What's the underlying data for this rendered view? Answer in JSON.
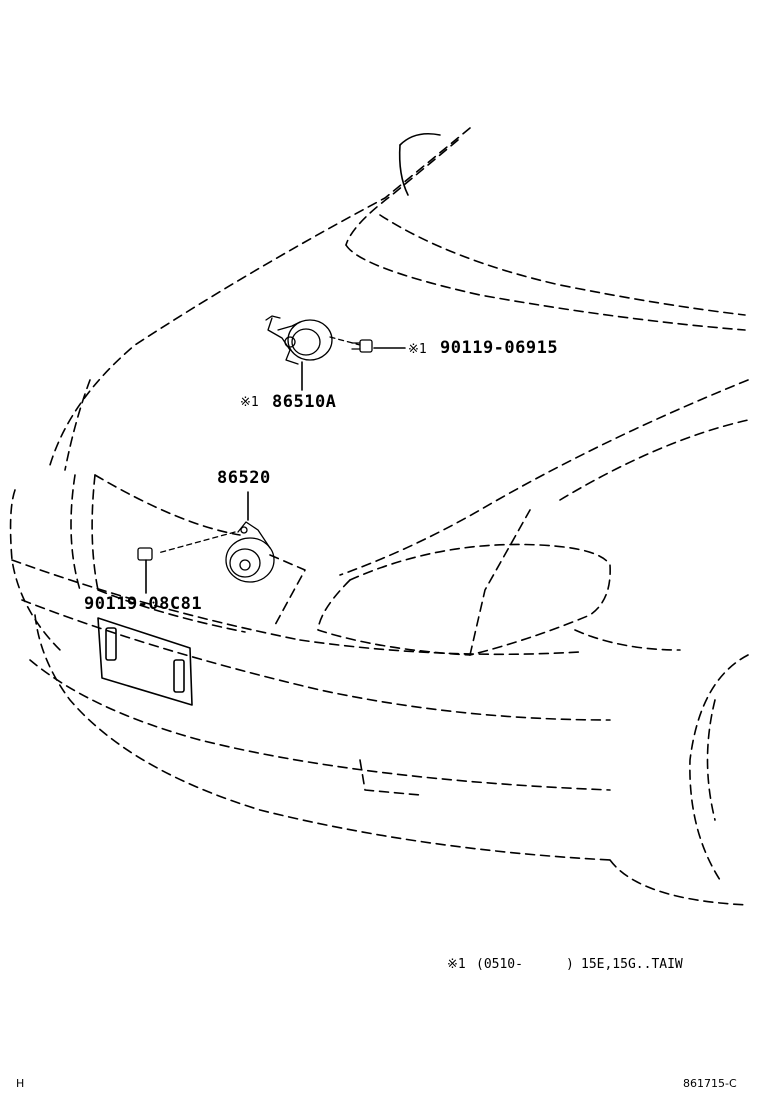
{
  "parts": {
    "horn_upper": "86510A",
    "horn_upper_mark": "※1",
    "bolt_upper": "90119-06915",
    "bolt_upper_mark": "※1",
    "horn_lower": "86520",
    "bolt_lower": "90119-08C81"
  },
  "note": {
    "mark": "※1",
    "range": "(0510-",
    "close": ")",
    "models": "15E,15G..TAIW"
  },
  "footer": {
    "left": "H",
    "code": "861715-C"
  },
  "colors": {
    "line": "#000000",
    "background": "#ffffff"
  }
}
